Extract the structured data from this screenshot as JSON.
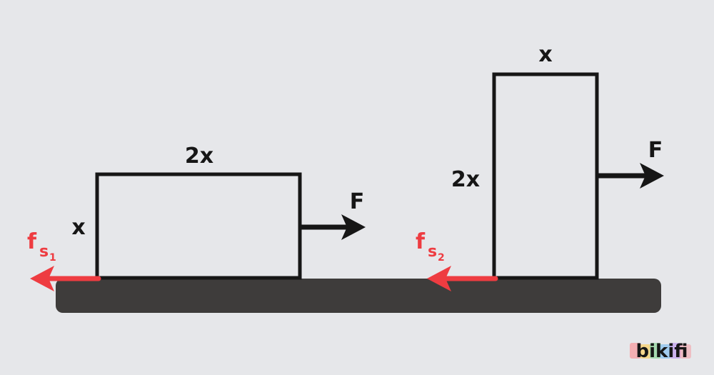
{
  "colors": {
    "background": "#e6e7ea",
    "ground": "#3e3c3b",
    "block_stroke": "#161616",
    "force_arrow": "#161616",
    "friction_arrow": "#ee3c41"
  },
  "left_block": {
    "width_label": "2x",
    "height_label": "x",
    "force_label": "F",
    "friction_label": "f",
    "friction_subscript": "s",
    "friction_index": "1"
  },
  "right_block": {
    "width_label": "x",
    "height_label": "2x",
    "force_label": "F",
    "friction_label": "f",
    "friction_subscript": "s",
    "friction_index": "2"
  },
  "logo": {
    "text": "bikifi"
  }
}
